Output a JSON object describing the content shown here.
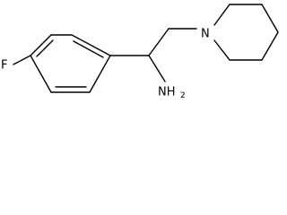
{
  "molecule": {
    "atoms": {
      "fluorine": "F",
      "amine": "NH",
      "amine_subscript": "2",
      "piperidine_nitrogen": "N"
    }
  }
}
